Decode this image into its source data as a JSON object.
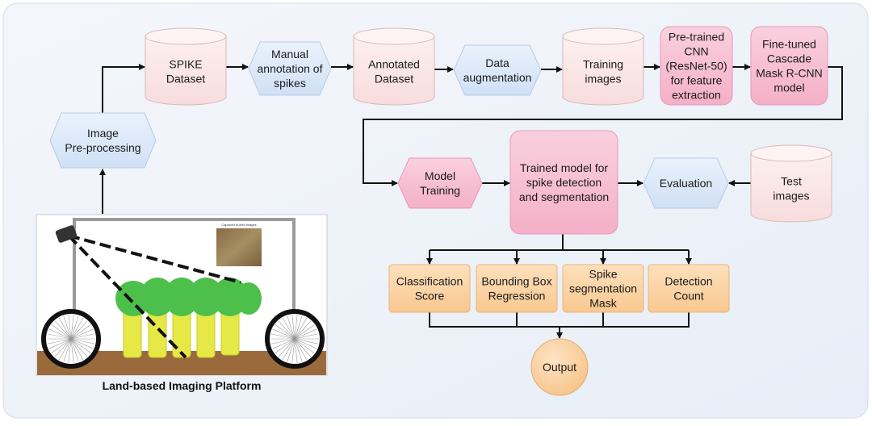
{
  "nodes": {
    "spike_dataset": [
      "SPIKE",
      "Dataset"
    ],
    "manual_annotation": [
      "Manual",
      "annotation of",
      "spikes"
    ],
    "annotated_dataset": [
      "Annotated",
      "Dataset"
    ],
    "data_augmentation": [
      "Data",
      "augmentation"
    ],
    "training_images": [
      "Training",
      "images"
    ],
    "pretrained_cnn": [
      "Pre-trained",
      "CNN",
      "(ResNet-50)",
      "for feature",
      "extraction"
    ],
    "finetuned_model": [
      "Fine-tuned",
      "Cascade",
      "Mask R-CNN",
      "model"
    ],
    "image_preprocessing": [
      "Image",
      "Pre-processing"
    ],
    "model_training": [
      "Model",
      "Training"
    ],
    "trained_model": [
      "Trained model for",
      "spike detection",
      "and segmentation"
    ],
    "evaluation": [
      "Evaluation"
    ],
    "test_images": [
      "Test",
      "images"
    ],
    "classification_score": [
      "Classification",
      "Score"
    ],
    "bounding_box": [
      "Bounding Box",
      "Regression"
    ],
    "segmentation_mask": [
      "Spike",
      "segmentation",
      "Mask"
    ],
    "detection_count": [
      "Detection",
      "Count"
    ],
    "output": [
      "Output"
    ]
  },
  "platform": {
    "caption": "Land-based Imaging Platform",
    "inset_title": "Captured in-field images"
  },
  "colors": {
    "cylinder": "#fbe3e3",
    "hexagon_blue": "#dbe8f8",
    "pink_box": "#f7bfd2",
    "orange_box": "#fbd3a6",
    "background": "#eef2f8"
  }
}
